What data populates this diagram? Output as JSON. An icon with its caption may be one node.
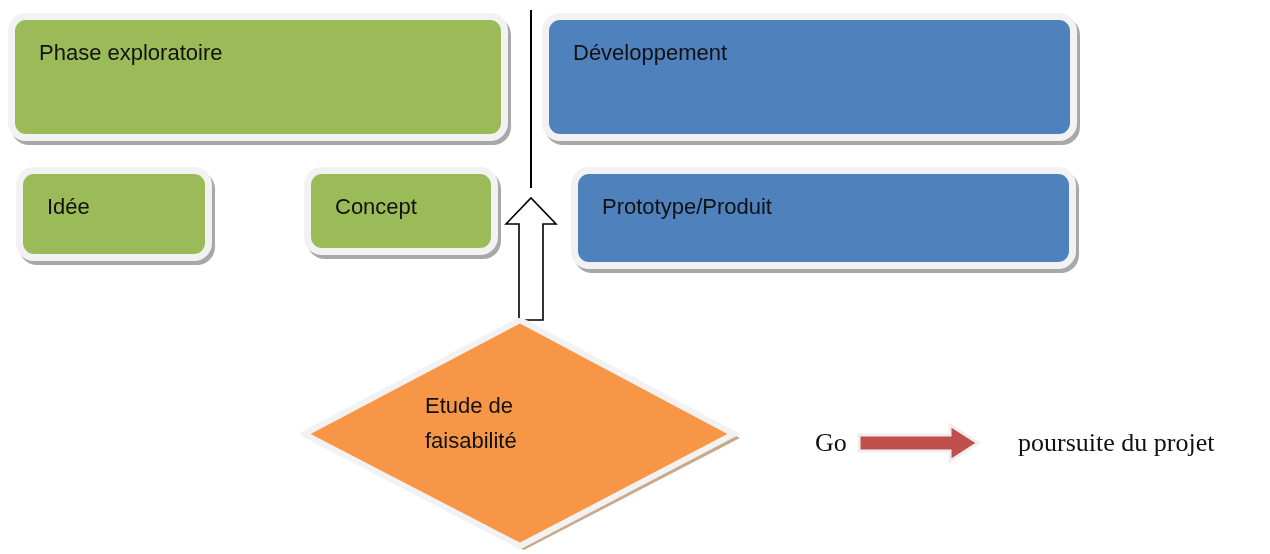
{
  "diagram": {
    "nodes": [
      {
        "text": [
          "Phase exploratoire"
        ]
      },
      {
        "text": [
          "Développement"
        ]
      },
      {
        "text": [
          "Idée"
        ]
      },
      {
        "text": [
          "Concept"
        ]
      },
      {
        "text": [
          "Prototype/Produit"
        ]
      },
      {
        "text": [
          "Etude de faisabilité"
        ]
      },
      {
        "text": [
          "Go"
        ]
      },
      {
        "text": [
          "poursuite du projet"
        ]
      }
    ],
    "edges": [
      {
        "from": 5,
        "to": null,
        "arrow": "to"
      },
      {
        "from": 6,
        "to": 7,
        "arrow": "to",
        "color": "#c0504d"
      }
    ]
  }
}
